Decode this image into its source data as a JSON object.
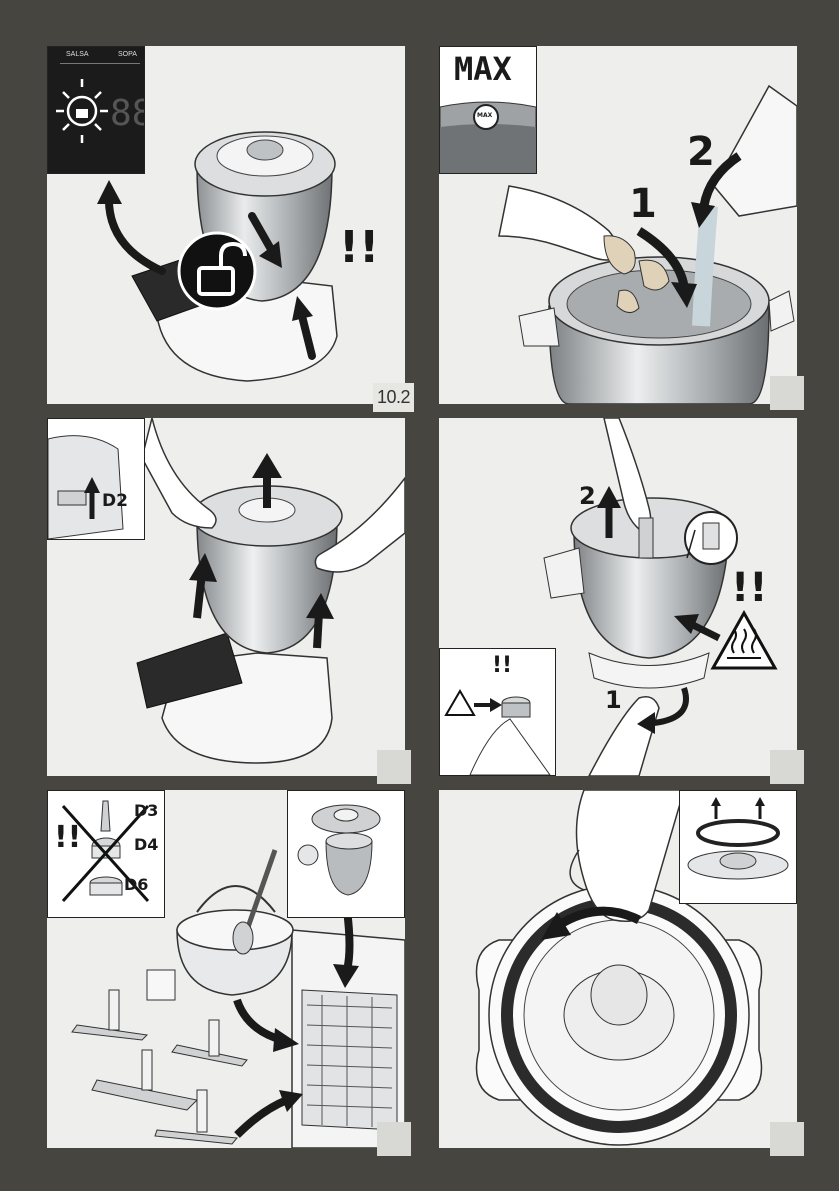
{
  "panels": {
    "p1": {
      "step": "10.2",
      "display_labels": [
        "SALSA",
        "SOPA"
      ],
      "display_digits": "88",
      "warning": "!!",
      "icons": [
        "unlock-icon"
      ]
    },
    "p2": {
      "max_label": "MAX",
      "max_small": "MAX",
      "step_1": "1",
      "step_2": "2"
    },
    "p3": {
      "part_label": "D2"
    },
    "p4": {
      "step_1": "1",
      "step_2": "2",
      "warning": "!!",
      "inset_warning": "!!",
      "icons": [
        "hot-surface-icon"
      ]
    },
    "p5": {
      "warning": "!!",
      "parts": [
        "D3",
        "D4",
        "D6"
      ],
      "icons": [
        "dishwasher-icon"
      ]
    },
    "p6": {
      "icons": [
        "rotate-arrow-icon",
        "lift-arrow-icon"
      ]
    }
  },
  "colors": {
    "background": "#464540",
    "panel": "#eeeeec",
    "arrow": "#1a1a1a",
    "steel": "#b9bcbf"
  }
}
